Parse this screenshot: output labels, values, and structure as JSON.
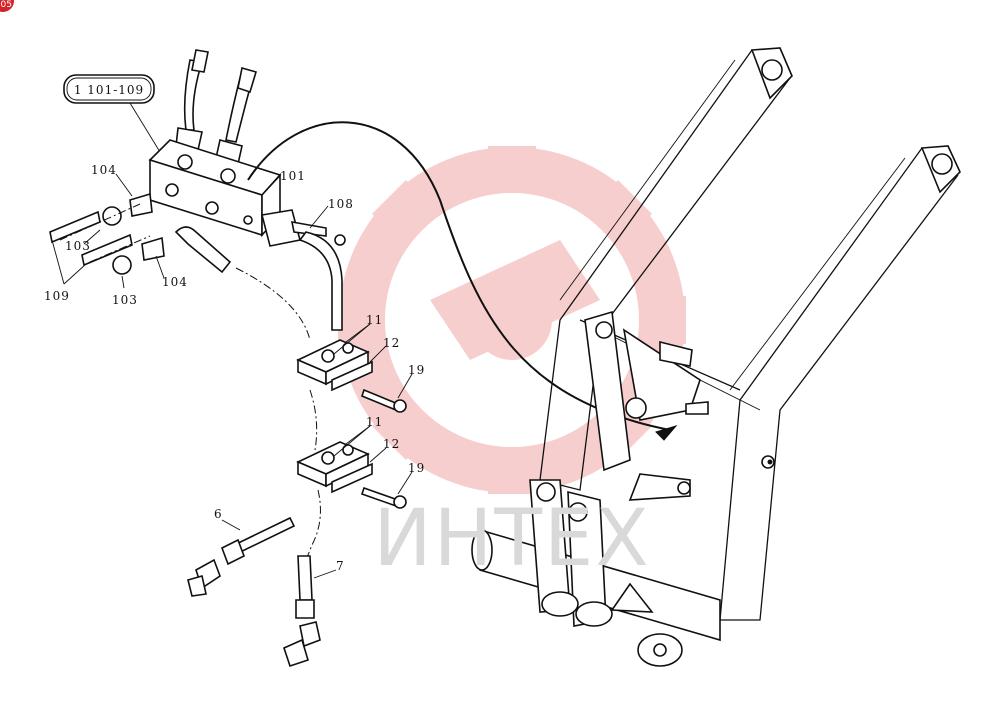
{
  "diagram": {
    "callout_box": "1  101-109",
    "labels": {
      "l101": "101",
      "l104a": "104",
      "l104b": "104",
      "l103a": "103",
      "l103b": "103",
      "l109": "109",
      "l108": "108",
      "l11a": "11",
      "l11b": "11",
      "l12a": "12",
      "l12b": "12",
      "l19a": "19",
      "l19b": "19",
      "l6": "6",
      "l7": "7"
    },
    "watermark_text": "ИНТЕХ",
    "corner_badge": "05",
    "colors": {
      "line": "#111111",
      "watermark_red": "#f6c6c6",
      "watermark_text": "#d9d9d9",
      "badge": "#d3242b"
    }
  }
}
